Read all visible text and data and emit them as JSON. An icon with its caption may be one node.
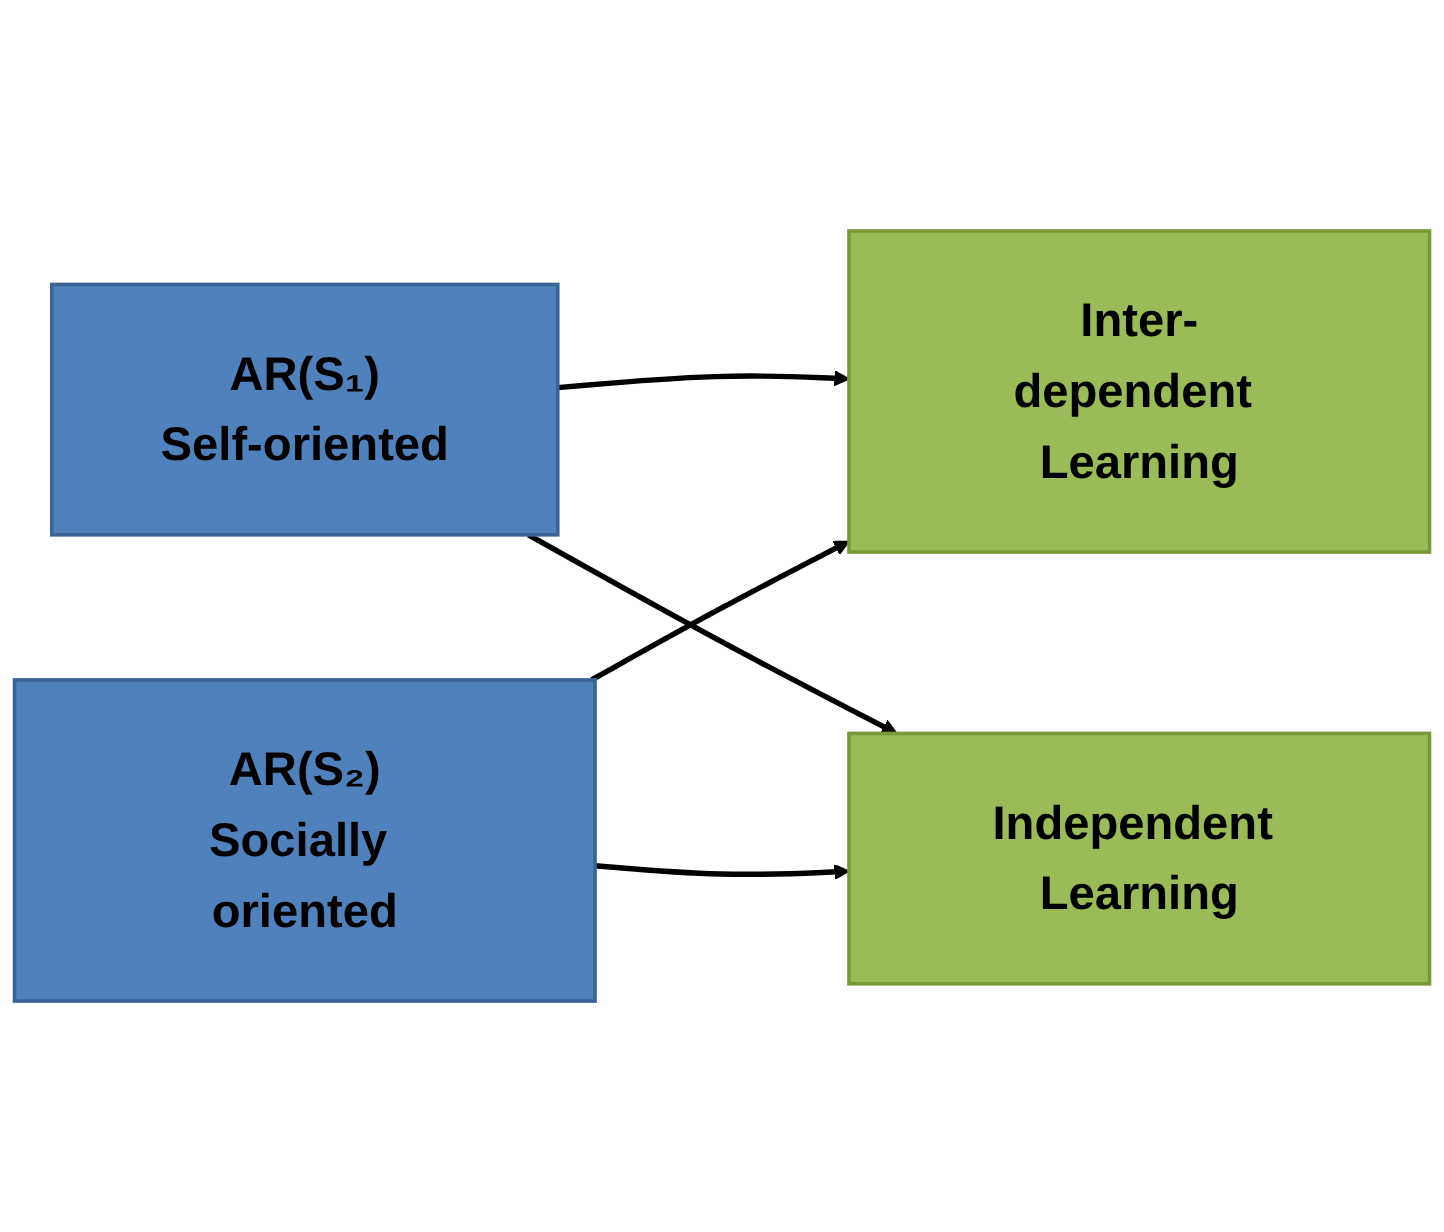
{
  "diagram": {
    "nodes": [
      {
        "text": [
          "AR(S₁)",
          "Self-oriented"
        ]
      },
      {
        "text": [
          "Inter-dependent Learning"
        ]
      },
      {
        "text": [
          "Independent Learning"
        ]
      },
      {
        "text": [
          "AR(S₂)",
          "Socially oriented"
        ]
      }
    ],
    "edges": [
      {
        "from": 0,
        "to": 1,
        "arrow": "to"
      },
      {
        "from": 0,
        "to": 2,
        "arrow": "to"
      },
      {
        "from": 3,
        "to": 1,
        "arrow": "to"
      },
      {
        "from": 3,
        "to": 2,
        "arrow": "to"
      }
    ]
  }
}
